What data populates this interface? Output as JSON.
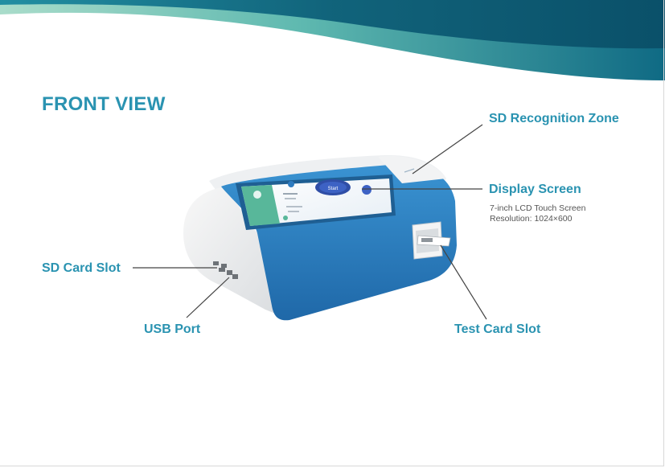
{
  "page": {
    "title": "FRONT VIEW"
  },
  "labels": {
    "sd_recognition_zone": "SD Recognition Zone",
    "display_screen": "Display Screen",
    "sd_card_slot": "SD Card Slot",
    "usb_port": "USB Port",
    "test_card_slot": "Test Card Slot"
  },
  "display_specs": {
    "screen_size": "7-inch LCD Touch Screen",
    "resolution": "Resolution: 1024×600"
  },
  "screen_ui": {
    "start_button": "Start"
  },
  "colors": {
    "accent": "#2a93b1",
    "device_blue": "#2b7fc0",
    "wave_dark": "#0b5a74",
    "wave_light": "#7fcfbf"
  }
}
